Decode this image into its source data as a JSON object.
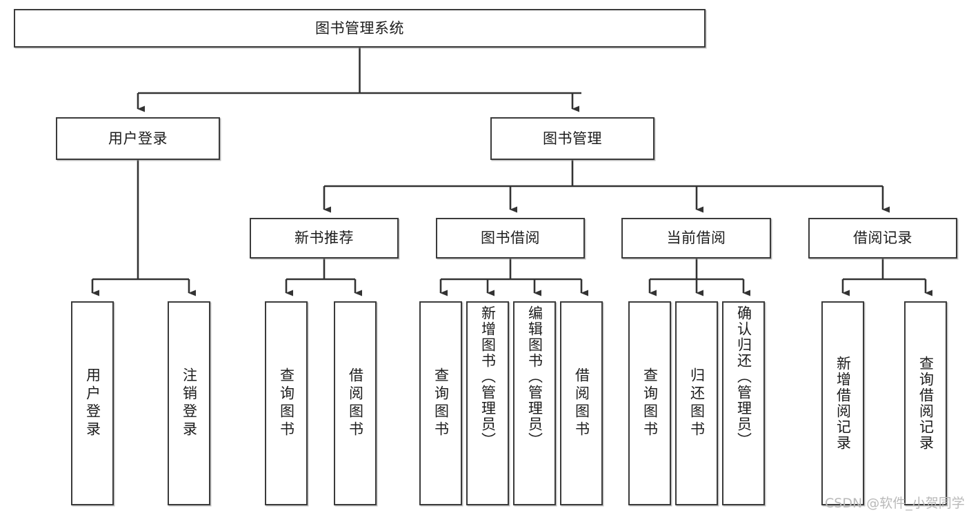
{
  "diagram": {
    "type": "tree-hierarchy",
    "title": "图书管理系统",
    "root": {
      "label": "图书管理系统"
    },
    "level2": [
      {
        "id": "user-login",
        "label": "用户登录"
      },
      {
        "id": "book-management",
        "label": "图书管理"
      }
    ],
    "level3": [
      {
        "id": "new-book-recommend",
        "label": "新书推荐",
        "parent": "book-management"
      },
      {
        "id": "book-borrow",
        "label": "图书借阅",
        "parent": "book-management"
      },
      {
        "id": "current-borrow",
        "label": "当前借阅",
        "parent": "book-management"
      },
      {
        "id": "borrow-record",
        "label": "借阅记录",
        "parent": "book-management"
      }
    ],
    "leaves": [
      {
        "id": "leaf-user-login",
        "label": "用户登录",
        "parent": "user-login"
      },
      {
        "id": "leaf-logout-login",
        "label": "注销登录",
        "parent": "user-login"
      },
      {
        "id": "leaf-query-book-1",
        "label": "查询图书",
        "parent": "new-book-recommend"
      },
      {
        "id": "leaf-borrow-book-1",
        "label": "借阅图书",
        "parent": "new-book-recommend"
      },
      {
        "id": "leaf-query-book-2",
        "label": "查询图书",
        "parent": "book-borrow"
      },
      {
        "id": "leaf-add-book",
        "label": "新增图书（管理员）",
        "parent": "book-borrow"
      },
      {
        "id": "leaf-edit-book",
        "label": "编辑图书（管理员）",
        "parent": "book-borrow"
      },
      {
        "id": "leaf-borrow-book-2",
        "label": "借阅图书",
        "parent": "book-borrow"
      },
      {
        "id": "leaf-query-book-3",
        "label": "查询图书",
        "parent": "current-borrow"
      },
      {
        "id": "leaf-return-book",
        "label": "归还图书",
        "parent": "current-borrow"
      },
      {
        "id": "leaf-confirm-return",
        "label": "确认归还（管理员）",
        "parent": "current-borrow"
      },
      {
        "id": "leaf-add-borrow-record",
        "label": "新增借阅记录",
        "parent": "borrow-record"
      },
      {
        "id": "leaf-query-borrow-record",
        "label": "查询借阅记录",
        "parent": "borrow-record"
      }
    ],
    "watermark": "CSDN @软件_小贺同学",
    "colors": {
      "border": "#3a3a3a",
      "text": "#1c1c1c",
      "background": "#ffffff",
      "connector": "#333333",
      "watermark": "#b9b9b9"
    }
  }
}
